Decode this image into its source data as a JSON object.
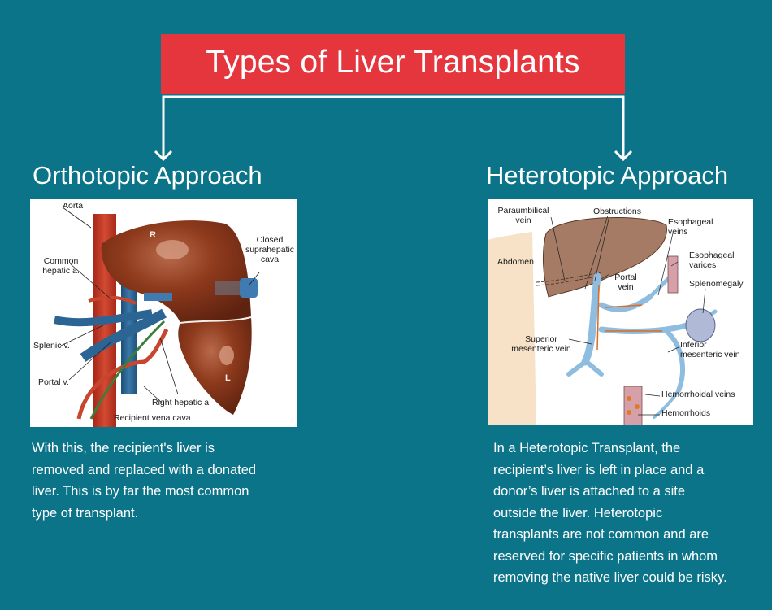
{
  "colors": {
    "background": "#0b7489",
    "banner": "#e5363e",
    "text": "#ffffff"
  },
  "banner": {
    "title": "Types of Liver Transplants"
  },
  "orthotopic": {
    "heading": "Orthotopic Approach",
    "figure_labels": {
      "aorta": "Aorta",
      "common_hepatic_1": "Common",
      "common_hepatic_2": "hepatic a.",
      "splenic": "Splenic v.",
      "portal": "Portal v.",
      "right_hepatic": "Right hepatic a.",
      "vena_cava": "Recipient vena cava",
      "closed_1": "Closed",
      "closed_2": "suprahepatic",
      "closed_3": "cava",
      "lobe_r": "R",
      "lobe_l": "L"
    },
    "description_lines": [
      "With this, the recipient's liver is",
      "removed and replaced with a donated",
      "liver. This is by far the most common",
      "type of transplant."
    ]
  },
  "heterotopic": {
    "heading": "Heterotopic Approach",
    "figure_labels": {
      "paraumbilical_1": "Paraumbilical",
      "paraumbilical_2": "vein",
      "obstructions": "Obstructions",
      "esophageal_veins_1": "Esophageal",
      "esophageal_veins_2": "veins",
      "abdomen": "Abdomen",
      "esophageal_varices_1": "Esophageal",
      "esophageal_varices_2": "varices",
      "portal_1": "Portal",
      "portal_2": "vein",
      "splenomegaly": "Splenomegaly",
      "superior_1": "Superior",
      "superior_2": "mesenteric vein",
      "inferior_1": "Inferior",
      "inferior_2": "mesenteric vein",
      "hemorrhoidal": "Hemorrhoidal veins",
      "hemorrhoids": "Hemorrhoids"
    },
    "description_lines": [
      "In a Heterotopic Transplant, the",
      "recipient’s liver is left in place and a",
      "donor’s liver is attached to a site",
      "outside the liver. Heterotopic",
      "transplants are not common and are",
      "reserved for specific patients in whom",
      "removing the native liver could be risky."
    ]
  }
}
